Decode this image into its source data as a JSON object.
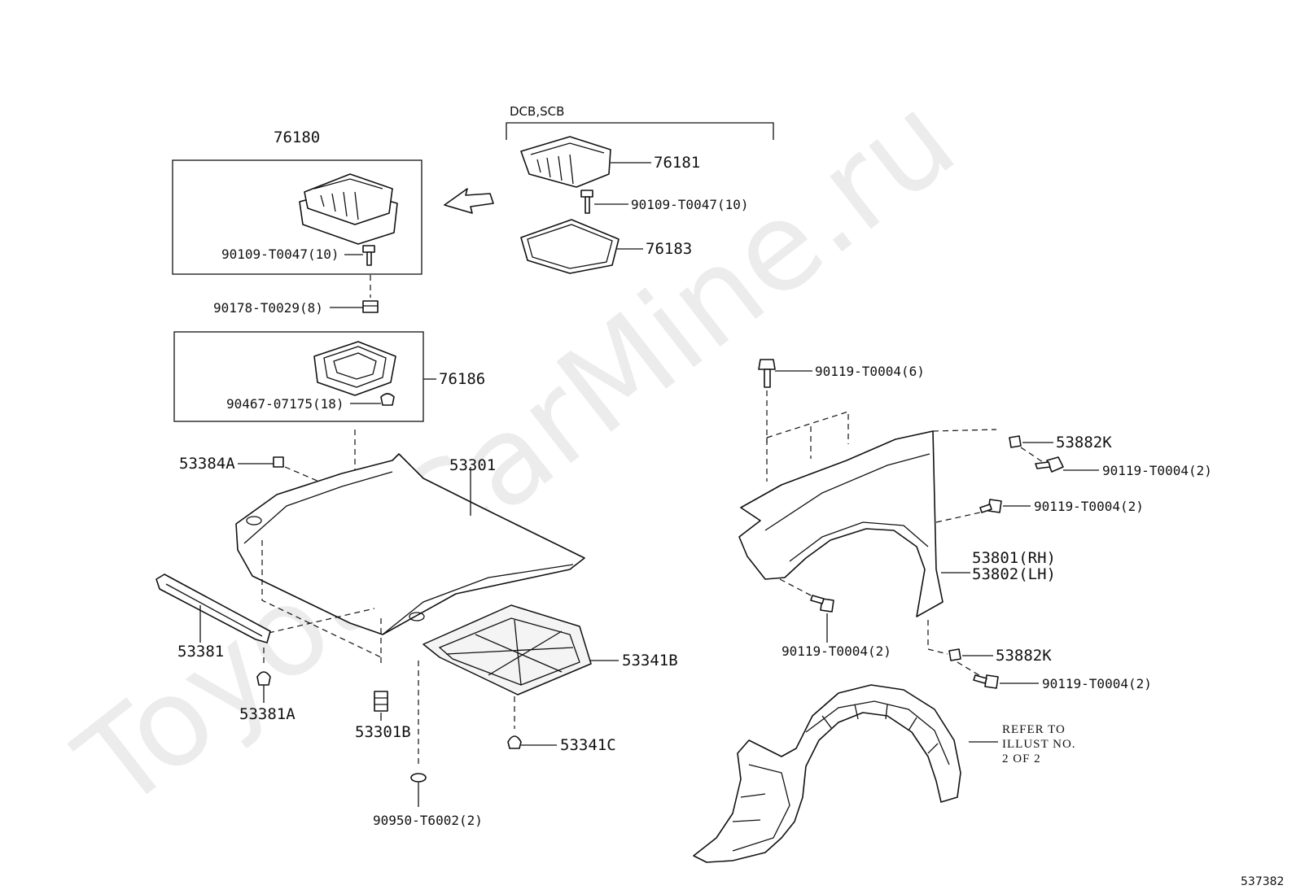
{
  "watermark": "ToyotaCarMine.ru",
  "image_number": "537382",
  "variant_label": "DCB,SCB",
  "refer_note": [
    "REFER TO",
    "ILLUST NO.",
    "2 OF 2"
  ],
  "parts": {
    "p76180": "76180",
    "p76181": "76181",
    "p76183": "76183",
    "p76186": "76186",
    "bolt_box": "90109-T0047(10)",
    "bolt_dcb": "90109-T0047(10)",
    "nut_90178": "90178-T0029(8)",
    "clip_90467": "90467-07175(18)",
    "p53384a": "53384A",
    "p53301": "53301",
    "p53381": "53381",
    "p53381a": "53381A",
    "p53301b": "53301B",
    "p53341b": "53341B",
    "p53341c": "53341C",
    "plug_90950": "90950-T6002(2)",
    "bolt_top_fender": "90119-T0004(6)",
    "p53882k_upper": "53882K",
    "bolt_fender_r1": "90119-T0004(2)",
    "bolt_fender_r2": "90119-T0004(2)",
    "fender_rh": "53801(RH)",
    "fender_lh": "53802(LH)",
    "bolt_fender_lower": "90119-T0004(2)",
    "p53882k_lower": "53882K",
    "bolt_fender_bottom": "90119-T0004(2)"
  }
}
